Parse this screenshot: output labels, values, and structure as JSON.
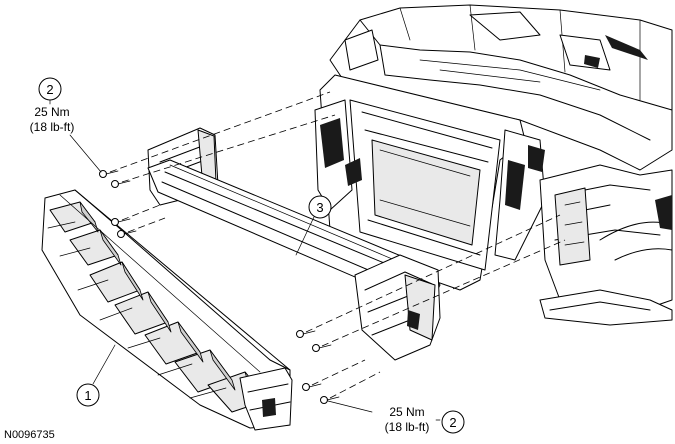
{
  "callouts": {
    "c1": {
      "number": "1"
    },
    "c2_top": {
      "number": "2",
      "torque_metric": "25 Nm",
      "torque_imperial": "(18 lb-ft)"
    },
    "c2_bottom": {
      "number": "2",
      "torque_metric": "25 Nm",
      "torque_imperial": "(18 lb-ft)"
    },
    "c3": {
      "number": "3"
    }
  },
  "figure_id": "N0096735"
}
